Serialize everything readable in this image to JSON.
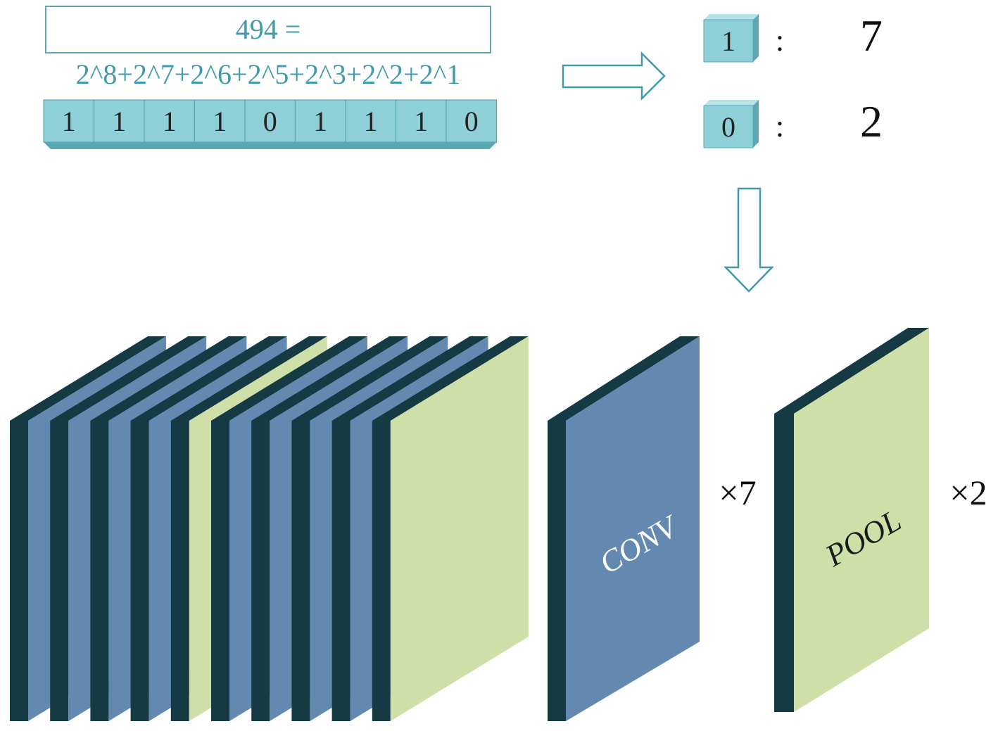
{
  "equation": "494 = 2^8+2^7+2^6+2^5+2^3+2^2+2^1",
  "bits": [
    "1",
    "1",
    "1",
    "1",
    "0",
    "1",
    "1",
    "1",
    "0"
  ],
  "count_rows": [
    {
      "bit": "1",
      "colon": ":",
      "count": "7"
    },
    {
      "bit": "0",
      "colon": ":",
      "count": "2"
    }
  ],
  "stack_types": [
    "conv",
    "conv",
    "conv",
    "conv",
    "pool",
    "conv",
    "conv",
    "conv",
    "conv",
    "pool"
  ],
  "conv_label": "CONV",
  "pool_label": "POOL",
  "conv_multiplier": "×7",
  "pool_multiplier": "×2",
  "colors": {
    "cell_face": "#8fcfd8",
    "cell_side": "#5aa8b6",
    "conv_face": "#6389b0",
    "pool_face": "#cfdfa8",
    "dark_edge": "#163a44",
    "arrow_stroke": "#3f9bab",
    "equation_text": "#3f9bab"
  }
}
